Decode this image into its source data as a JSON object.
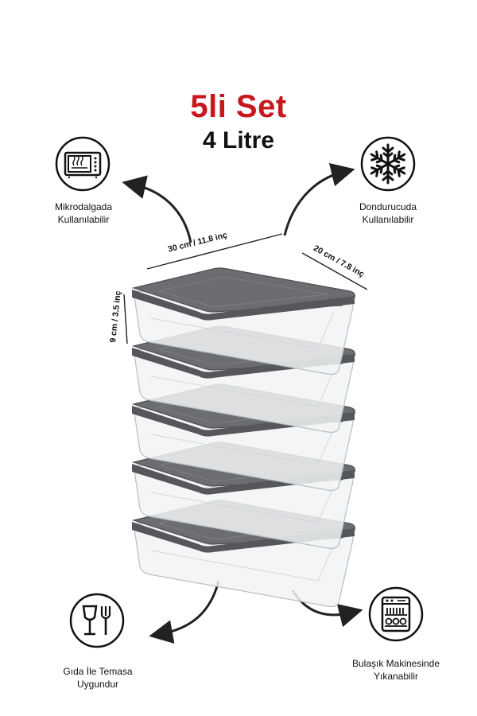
{
  "title": {
    "set": "5li Set",
    "capacity": "4 Litre"
  },
  "features": {
    "microwave": {
      "line1": "Mikrodalgada",
      "line2": "Kullanılabilir",
      "icon": "microwave-icon"
    },
    "freezer": {
      "line1": "Dondurucuda",
      "line2": "Kullanılabilir",
      "icon": "snowflake-icon"
    },
    "food_safe": {
      "line1": "Gıda İle Temasa",
      "line2": "Uygundur",
      "icon": "glass-fork-icon"
    },
    "dishwasher": {
      "line1": "Bulaşık Makinesinde",
      "line2": "Yıkanabilir",
      "icon": "dishwasher-icon"
    }
  },
  "dimensions": {
    "length": "30 cm / 11.8 inç",
    "width": "20 cm / 7.8 inç",
    "height": "9 cm / 3.5 inç"
  },
  "product": {
    "container_count": 5,
    "lid_color": "#6b6d70",
    "accent": "#c8171d"
  }
}
